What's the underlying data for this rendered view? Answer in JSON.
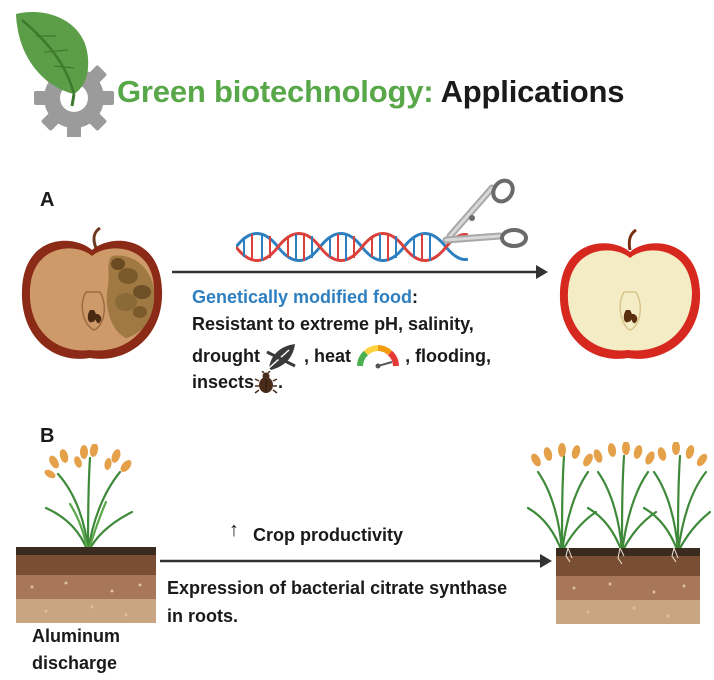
{
  "title": {
    "part1": "Green biotechnology:",
    "part2": "Applications",
    "color_green": "#58a84a"
  },
  "section_a": {
    "label": "A",
    "heading": "Genetically modified food",
    "heading_suffix": ":",
    "line1": "Resistant to extreme pH, salinity,",
    "line2_drought": "drought",
    "line2_heat": ", heat",
    "line2_flooding": ", flooding,",
    "line3_insects": "insects",
    "line3_end": ".",
    "icons": [
      "dna-icon",
      "scissors-icon",
      "rotten-apple-icon",
      "healthy-apple-icon",
      "drought-leaf-icon",
      "heat-gauge-icon",
      "insect-icon"
    ]
  },
  "section_b": {
    "label": "B",
    "arrow_up": "↑",
    "productivity": "Crop productivity",
    "expr_line1": "Expression of bacterial citrate synthase",
    "expr_line2": "in roots.",
    "aluminum_line1": "Aluminum",
    "aluminum_line2": "discharge",
    "icons": [
      "rice-plant-icon",
      "soil-icon"
    ]
  }
}
